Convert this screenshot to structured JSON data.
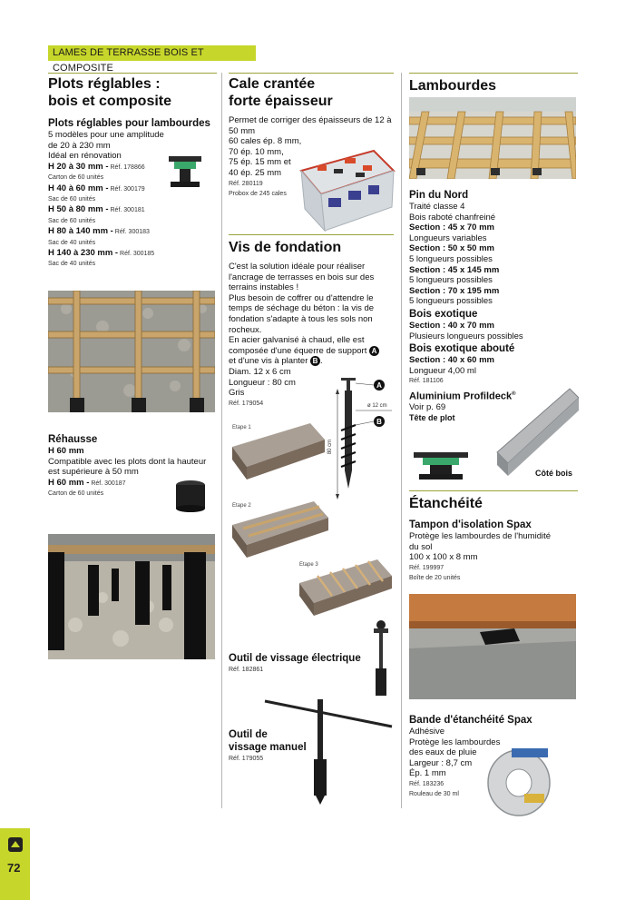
{
  "banner": "LAMES DE TERRASSE BOIS ET COMPOSITE",
  "page_number": "72",
  "col1": {
    "title_line1": "Plots réglables :",
    "title_line2": "bois et composite",
    "subtitle": "Plots réglables pour lambourdes",
    "intro1": "5 modèles pour une amplitude",
    "intro2": "de 20 à 230 mm",
    "intro3": "Idéal en rénovation",
    "items": [
      {
        "name": "H 20 à 30 mm -",
        "ref": " Réf. 178866",
        "pack": "Carton de 60 unités"
      },
      {
        "name": "H 40 à 60 mm -",
        "ref": " Réf. 300179",
        "pack": "Sac de 60 unités"
      },
      {
        "name": "H 50 à 80 mm -",
        "ref": " Réf. 300181",
        "pack": "Sac de 60 unités"
      },
      {
        "name": "H 80 à 140 mm -",
        "ref": " Réf. 300183",
        "pack": "Sac de 40 unités"
      },
      {
        "name": "H 140 à 230 mm -",
        "ref": " Réf. 300185",
        "pack": "Sac de 40 unités"
      }
    ],
    "rehausse": {
      "title": "Réhausse",
      "size": "H 60 mm",
      "desc1": "Compatible avec les plots dont la hauteur",
      "desc2": "est supérieure à 50 mm",
      "ref_name": "H 60 mm -",
      "ref": " Réf. 300187",
      "pack": "Carton de 60 unités"
    }
  },
  "col2": {
    "cale": {
      "title_line1": "Cale crantée",
      "title_line2": "forte épaisseur",
      "desc1": "Permet de corriger des épaisseurs de 12 à",
      "desc2": "50 mm",
      "l1": "60 cales ép. 8 mm,",
      "l2": "70 ép. 10 mm,",
      "l3": "75 ép. 15 mm et",
      "l4": "40 ép. 25 mm",
      "ref": "Réf. 280119",
      "pack": "Probox de 245 cales"
    },
    "vis": {
      "title": "Vis de fondation",
      "p1": "C'est la solution idéale pour réaliser",
      "p2": "l'ancrage de terrasses en bois sur des",
      "p3": "terrains instables !",
      "p4": "Plus besoin de coffrer ou d'attendre le",
      "p5": "temps de séchage du béton : la vis de",
      "p6": "fondation s'adapte à tous les sols non",
      "p7": "rocheux.",
      "p8": "En acier galvanisé à chaud, elle est",
      "p9": "composée d'une équerre de support",
      "p10": "et d'une vis à planter",
      "badge_a": "A",
      "badge_b": "B",
      "diam": "Diam. 12 x 6 cm",
      "longueur": "Longueur : 80 cm",
      "color": "Gris",
      "ref": "Réf. 179054",
      "dim_diam": "ø 12 cm",
      "dim_len": "80 cm",
      "etape1": "Etape 1",
      "etape2": "Etape 2",
      "etape3": "Etape 3"
    },
    "outil_elec": {
      "title": "Outil de vissage électrique",
      "ref": "Réf. 182861"
    },
    "outil_man": {
      "title_line1": "Outil de",
      "title_line2": "vissage manuel",
      "ref": "Réf. 179055"
    }
  },
  "col3": {
    "title": "Lambourdes",
    "pin": {
      "title": "Pin du Nord",
      "l1": "Traité classe 4",
      "l2": "Bois raboté chanfreiné",
      "s1": "Section : 45 x 70 mm",
      "l3": "Longueurs variables",
      "s2": "Section : 50 x 50 mm",
      "l4": "5 longueurs possibles",
      "s3": "Section : 45 x 145 mm",
      "l5": "5 longueurs possibles",
      "s4": "Section : 70 x 195 mm",
      "l6": "5 longueurs possibles"
    },
    "exo": {
      "title": "Bois exotique",
      "s": "Section : 40 x 70 mm",
      "l": "Plusieurs longueurs possibles"
    },
    "exo_about": {
      "title": "Bois exotique abouté",
      "s": "Section : 40 x 60 mm",
      "l": "Longueur 4,00 ml",
      "ref": "Réf. 181106"
    },
    "alu": {
      "title": "Aluminium Profildeck",
      "reg": "®",
      "voir": "Voir p. 69",
      "tete": "Tête de plot",
      "cote": "Côté bois"
    },
    "etanch": {
      "title": "Étanchéité",
      "tampon": {
        "title": "Tampon d'isolation Spax",
        "d1": "Protège les lambourdes de l'humidité",
        "d2": "du sol",
        "dim": "100 x 100 x 8 mm",
        "ref": "Réf. 199997",
        "pack": "Boîte de 20 unités"
      },
      "bande": {
        "title": "Bande d'étanchéité Spax",
        "d0": "Adhésive",
        "d1": "Protège les lambourdes",
        "d2": "des eaux de pluie",
        "largeur": "Largeur : 8,7 cm",
        "ep": "Ép. 1 mm",
        "ref": "Réf. 183236",
        "pack": "Rouleau de 30 ml"
      }
    }
  }
}
